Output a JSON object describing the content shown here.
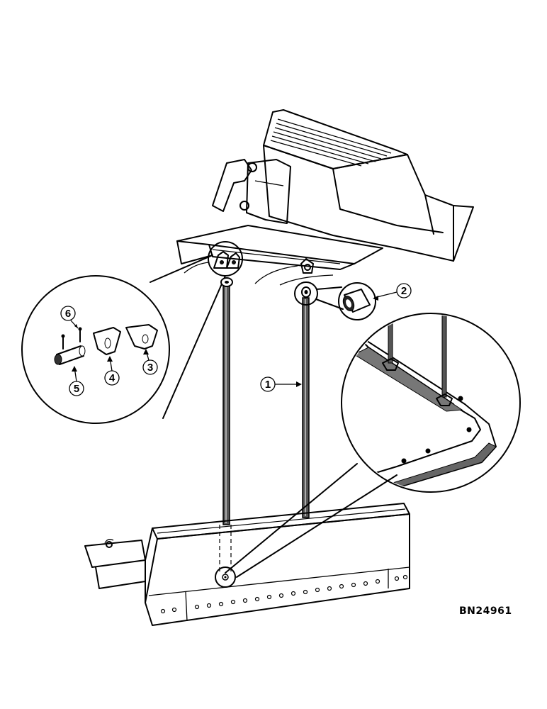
{
  "diagram": {
    "reference_code": "BN24961",
    "callouts": [
      {
        "id": "callout-1",
        "label": "1"
      },
      {
        "id": "callout-2",
        "label": "2"
      },
      {
        "id": "callout-3",
        "label": "3"
      },
      {
        "id": "callout-4",
        "label": "4"
      },
      {
        "id": "callout-5",
        "label": "5"
      },
      {
        "id": "callout-6",
        "label": "6"
      }
    ]
  }
}
